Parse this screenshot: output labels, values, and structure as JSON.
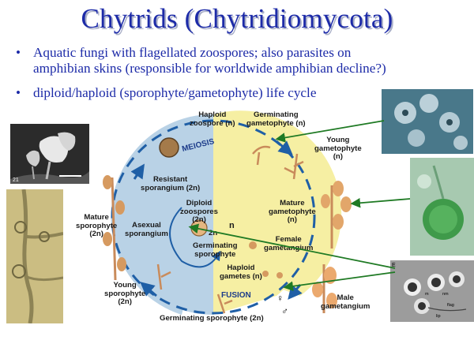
{
  "title": "Chytrids (Chytridiomycota)",
  "bullets": [
    {
      "symbol": "•",
      "line1": "Aquatic fungi with flagellated zoospores; also parasites on",
      "line2": "amphibian skins (responsible for worldwide amphibian decline?)"
    },
    {
      "symbol": "•",
      "line1": "diploid/haploid (sporophyte/gametophyte) life cycle"
    }
  ],
  "photo_sem": {
    "number": "21"
  },
  "photo_em": {
    "corner_label": "E",
    "labels": [
      "m",
      "nm",
      "flag",
      "lip"
    ]
  },
  "diagram": {
    "haploid_zoospore": {
      "line1": "Haploid",
      "line2": "zoospore (n)"
    },
    "germinating_gametophyte": {
      "line1": "Germinating",
      "line2": "gametophyte (n)"
    },
    "young_gametophyte": {
      "line1": "Young",
      "line2": "gametophyte",
      "line3": "(n)"
    },
    "meiosis": "MEIOSIS",
    "resistant_sporangium": {
      "line1": "Resistant",
      "line2": "sporangium (2n)"
    },
    "diploid_zoospores": {
      "line1": "Diploid",
      "line2": "zoospores",
      "line3": "(2n)"
    },
    "n_label": "n",
    "mature_gametophyte": {
      "line1": "Mature",
      "line2": "gametophyte",
      "line3": "(n)"
    },
    "mature_sporophyte": {
      "line1": "Mature",
      "line2": "sporophyte",
      "line3": "(2n)"
    },
    "asexual_sporangium": {
      "line1": "Asexual",
      "line2": "sporangium"
    },
    "two_n_label": "2n",
    "germinating_sporophyte_inner": {
      "line1": "Germinating",
      "line2": "sporophyte"
    },
    "female_gametangium": {
      "line1": "Female",
      "line2": "gametangium"
    },
    "haploid_gametes": {
      "line1": "Haploid",
      "line2": "gametes (n)"
    },
    "young_sporophyte": {
      "line1": "Young",
      "line2": "sporophyte",
      "line3": "(2n)"
    },
    "fusion": "FUSION",
    "male_gametangium": {
      "line1": "Male",
      "line2": "gametangium"
    },
    "germinating_sporophyte_bottom": "Germinating sporophyte (2n)",
    "female_symbol": "♀",
    "male_symbol": "♂"
  },
  "colors": {
    "title": "#1d2ba8",
    "diploid_region": "#b9d2e6",
    "haploid_region": "#f6efa3",
    "cycle_arrow": "#1f5fa6",
    "pointer_arrow": "#1f7a24"
  }
}
